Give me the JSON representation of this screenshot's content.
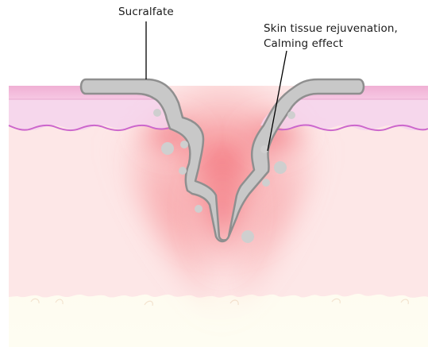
{
  "labels": {
    "sucralfate": "Sucralfate",
    "effect_line_1": "Skin tissue rejuvenation,",
    "effect_line_2": "Calming effect"
  },
  "colors": {
    "epidermis_top": "#f2b8d8",
    "epidermis_band": "#f5d3ec",
    "basement_line": "#cc66cc",
    "dermis": "#fde7e7",
    "subcutis": "#fefcee",
    "inflammation": "#f47a80",
    "sucralfate_fill": "#c8c8c8",
    "sucralfate_stroke": "#8f8f8f",
    "particles": "#cfcfcf",
    "leader_line": "#000000"
  },
  "icons": {
    "sucralfate_layer": "sucralfate-coating-shape",
    "particles": "sucralfate-particle-dots"
  }
}
